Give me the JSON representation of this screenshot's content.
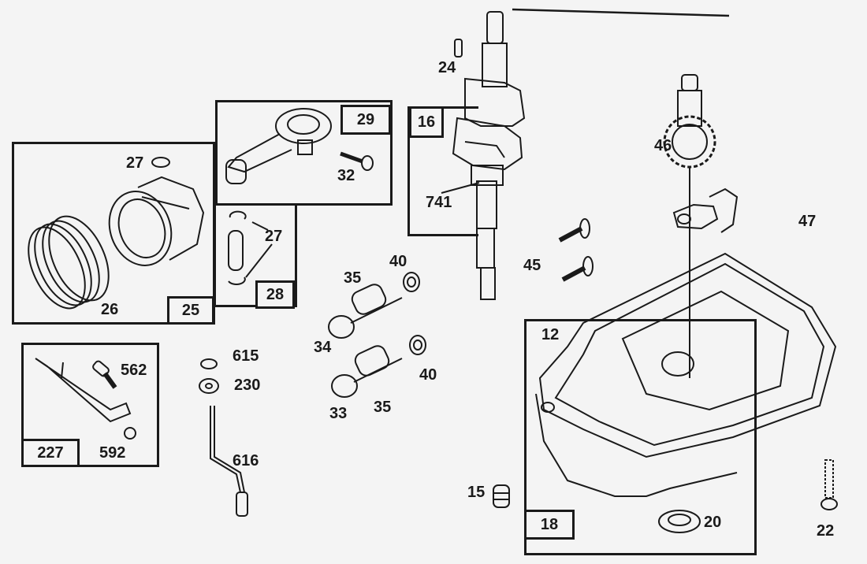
{
  "diagram": {
    "type": "exploded parts diagram",
    "subject": "engine crankshaft, piston and sump assembly",
    "kit_boxes": [
      {
        "number": "25",
        "contains": [
          "26",
          "27"
        ],
        "description": "piston & rings kit"
      },
      {
        "number": "29",
        "contains": [
          "32"
        ],
        "description": "connecting rod kit"
      },
      {
        "number": "28",
        "contains": [
          "27"
        ],
        "description": "piston pin kit"
      },
      {
        "number": "16",
        "contains": [
          "741"
        ],
        "description": "crankshaft"
      },
      {
        "number": "227",
        "contains": [
          "562",
          "592"
        ],
        "description": "lever kit"
      },
      {
        "number": "18",
        "contains": [
          "12",
          "20"
        ],
        "description": "sump kit"
      }
    ],
    "labels": {
      "p27a": "27",
      "p26": "26",
      "p32": "32",
      "p27b": "27",
      "p24": "24",
      "p741": "741",
      "p46": "46",
      "p47": "47",
      "p45": "45",
      "p35a": "35",
      "p40a": "40",
      "p34": "34",
      "p40b": "40",
      "p33": "33",
      "p35b": "35",
      "p562": "562",
      "p592": "592",
      "p615": "615",
      "p230": "230",
      "p616": "616",
      "p12": "12",
      "p15": "15",
      "p20": "20",
      "p22": "22"
    },
    "tags": {
      "t25": "25",
      "t29": "29",
      "t28": "28",
      "t16": "16",
      "t227": "227",
      "t18": "18"
    }
  }
}
